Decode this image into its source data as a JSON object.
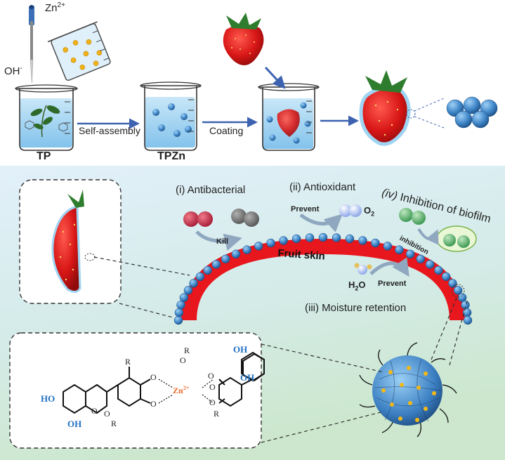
{
  "top": {
    "zn": "Zn",
    "zn_sup": "2+",
    "oh": "OH",
    "oh_sup": "-",
    "label_tp": "TP",
    "label_tpzn": "TPZn",
    "arrow1": "Self-assembly",
    "arrow2": "Coating"
  },
  "bottom": {
    "antibacterial": "(i) Antibacterial",
    "kill": "Kill",
    "antioxidant": "(ii) Antioxidant",
    "prevent1": "Prevent",
    "o2": "O",
    "o2_sub": "2",
    "biofilm_num": "(iv)",
    "biofilm": " Inhibition of biofilm",
    "inhibition": "inhibition",
    "fruit_skin": "Fruit  skin",
    "h2o_h": "H",
    "h2o_sub": "2",
    "h2o_o": "O",
    "prevent2": "Prevent",
    "moisture": "(iii) Moisture retention"
  },
  "chem": {
    "ho": "HO",
    "oh_top": "OH",
    "oh_right": "OH",
    "oh_bottom": "OH",
    "r1": "R",
    "r2": "R",
    "r3": "R",
    "r4": "R",
    "o_ring1": "O",
    "o_ring2": "O",
    "o1": "O",
    "o2": "O",
    "o3": "O",
    "o4": "O",
    "o_sub1": "O",
    "o_sub2": "O",
    "zn": "Zn",
    "zn_sup": "2+"
  },
  "colors": {
    "accent_arrow": "#3c62b0",
    "fruit_skin": "#e8161d",
    "zn_label": "#e8682a",
    "hydroxyl": "#1f6fc1",
    "panel_bg_top": "#dfeef8",
    "panel_bg_bottom": "#cfe8d2"
  },
  "icons": [
    "beaker-icon",
    "pipette-icon",
    "tea-leaves-icon",
    "strawberry-icon",
    "nanoparticle-icon",
    "bacteria-icon",
    "oxygen-molecule-icon",
    "water-molecule-icon",
    "biofilm-icon"
  ]
}
